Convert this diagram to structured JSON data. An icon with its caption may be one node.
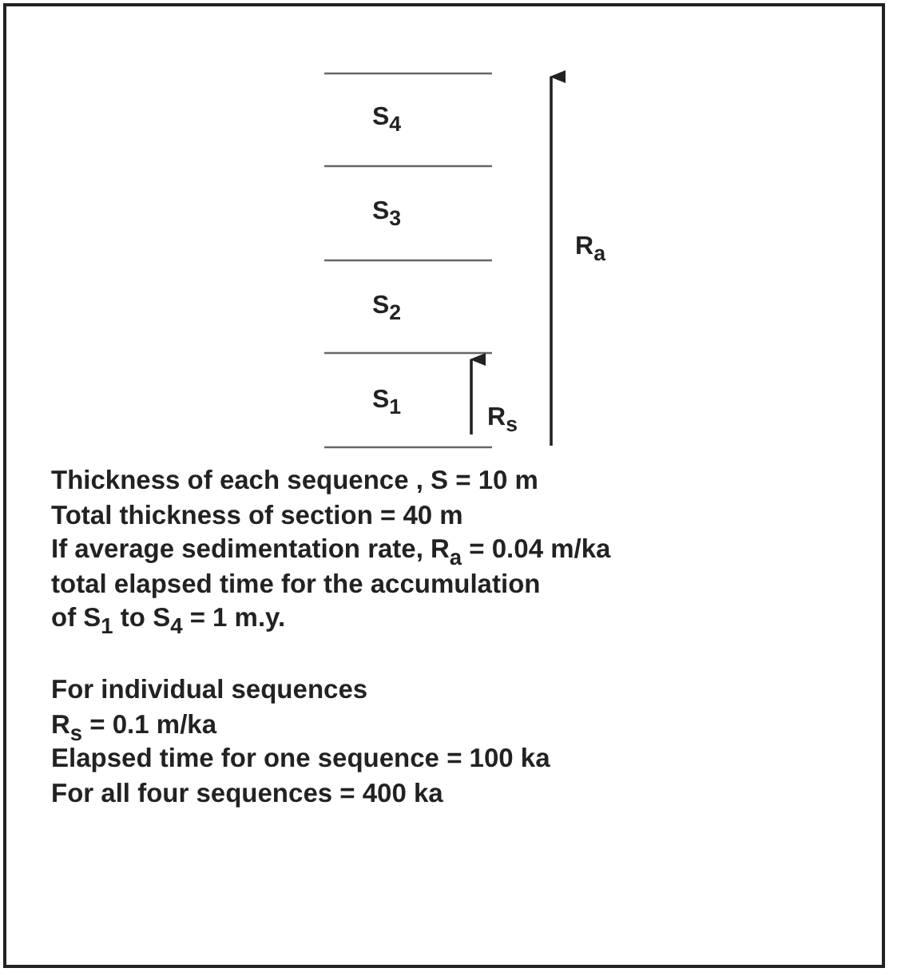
{
  "diagram": {
    "labels": [
      "S$_{4}$",
      "S$_{3}$",
      "R$_{a}$",
      "S$_{2}$",
      "S$_{1}$",
      "R$_{s}$",
      "Thickness of each sequence , S = 10 m",
      "Total thickness of section = 40 m",
      "If average sedimentation rate, R$_{a}$ = 0.04 m/ka",
      "total elapsed time for the accumulation",
      "of S$_{1}$ to S$_{4}$ = 1 m.y.",
      "For individual sequences",
      "R$_{s}$ = 0.1 m/ka",
      "Elapsed time for one sequence = 100 ka",
      "For all four sequences = 400 ka"
    ]
  }
}
